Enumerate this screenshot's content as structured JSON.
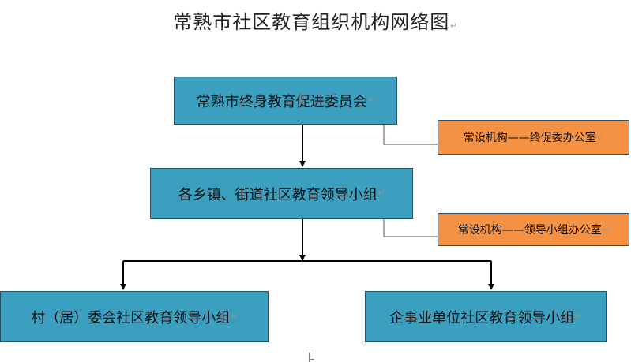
{
  "diagram": {
    "title": "常熟市社区教育组织机构网络图",
    "nodes": {
      "top": "常熟市终身教育促进委员会",
      "office_top": "常设机构——终促委办公室",
      "middle": "各乡镇、街道社区教育领导小组",
      "office_middle": "常设机构——领导小组办公室",
      "left": "村（居）委会社区教育领导小组",
      "right": "企事业单位社区教育领导小组"
    },
    "paragraph_mark": "↵",
    "colors": {
      "node_fill": "#3b9fc0",
      "office_fill": "#f59142",
      "border": "#2a4f66",
      "connector": "#000000"
    }
  }
}
